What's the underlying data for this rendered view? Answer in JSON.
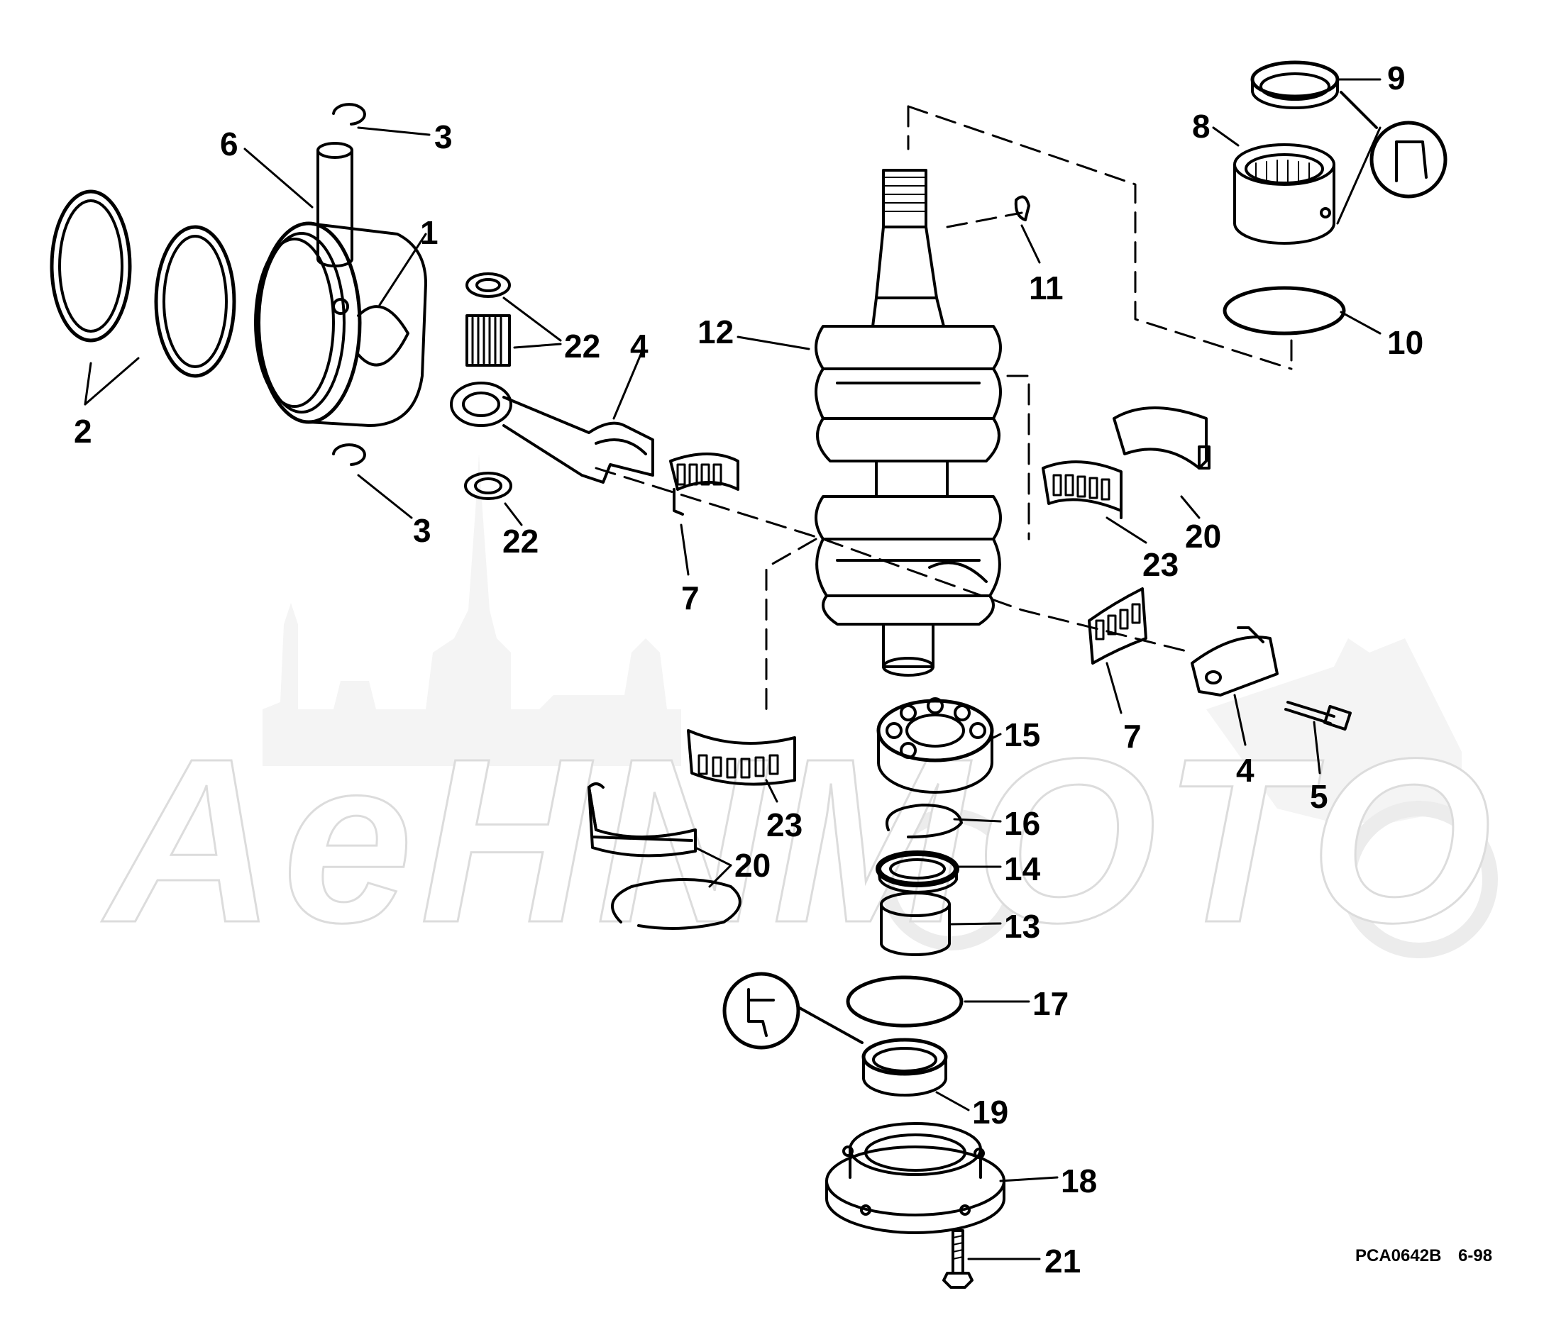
{
  "watermark": {
    "text": "AeHNMOTO"
  },
  "diagram_code": "PCA0642B",
  "diagram_date": "6-98",
  "callouts": {
    "c1": "1",
    "c2": "2",
    "c3a": "3",
    "c3b": "3",
    "c4a": "4",
    "c4b": "4",
    "c5": "5",
    "c6": "6",
    "c7a": "7",
    "c7b": "7",
    "c8": "8",
    "c9": "9",
    "c10": "10",
    "c11": "11",
    "c12": "12",
    "c13": "13",
    "c14": "14",
    "c15": "15",
    "c16": "16",
    "c17": "17",
    "c18": "18",
    "c19": "19",
    "c20a": "20",
    "c20b": "20",
    "c21": "21",
    "c22a": "22",
    "c22b": "22",
    "c23a": "23",
    "c23b": "23"
  }
}
